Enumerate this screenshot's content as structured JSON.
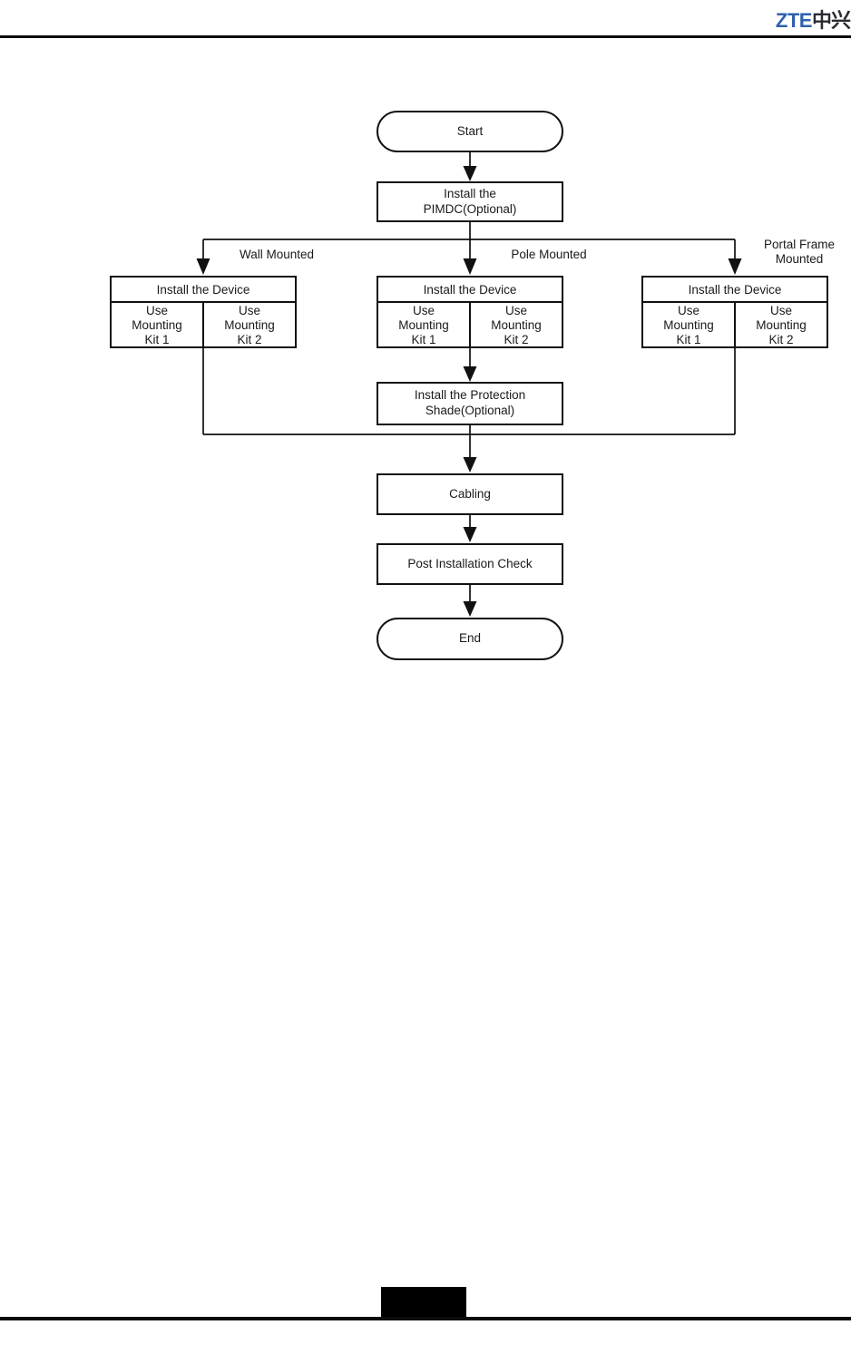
{
  "colors": {
    "logo_blue": "#3060AE",
    "logo_dark": "#2B2B33",
    "line": "#111111",
    "background": "#ffffff"
  },
  "header": {
    "logo_zte": "ZTE",
    "logo_cn": "中兴"
  },
  "flow": {
    "start_label": "Start",
    "install_pimdc_label": "Install the\nPIMDC(Optional)",
    "branches": [
      {
        "label": "Wall Mounted",
        "box_title": "Install the Device",
        "kit1_label": "Use\nMounting\nKit 1",
        "kit2_label": "Use\nMounting\nKit 2"
      },
      {
        "label": "Pole Mounted",
        "box_title": "Install the Device",
        "kit1_label": "Use\nMounting\nKit 1",
        "kit2_label": "Use\nMounting\nKit 2"
      },
      {
        "label": "Portal Frame\nMounted",
        "box_title": "Install the Device",
        "kit1_label": "Use\nMounting\nKit 1",
        "kit2_label": "Use\nMounting\nKit 2"
      }
    ],
    "protection_label": "Install the Protection\nShade(Optional)",
    "cabling_label": "Cabling",
    "post_check_label": "Post Installation Check",
    "end_label": "End"
  }
}
